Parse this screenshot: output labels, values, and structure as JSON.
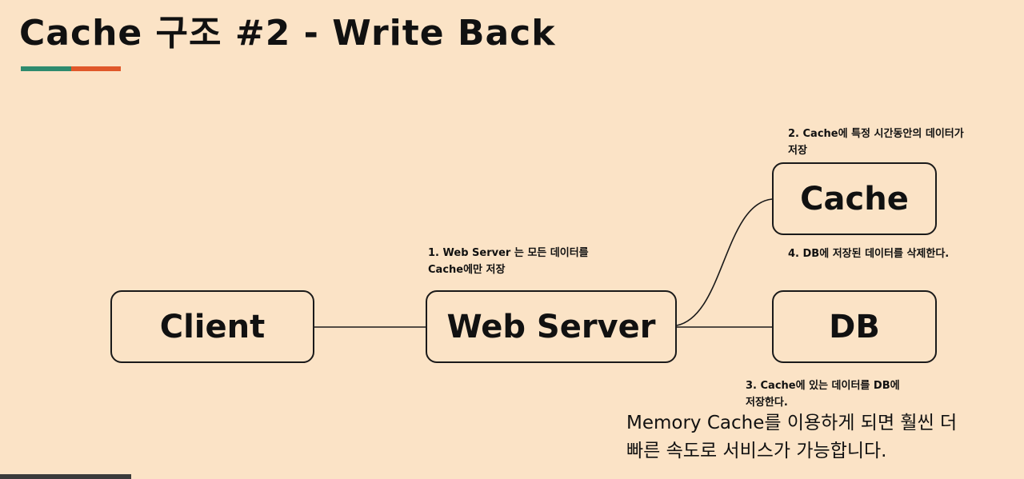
{
  "title": "Cache 구조 #2 - Write Back",
  "accent_colors": [
    "#2e8b6e",
    "#e0582a"
  ],
  "nodes": {
    "client": "Client",
    "web_server": "Web Server",
    "cache": "Cache",
    "db": "DB"
  },
  "notes": {
    "step1": [
      "1. Web Server 는 모든 데이터를",
      "Cache에만 저장"
    ],
    "step2": [
      "2. Cache에 특정 시간동안의 데이터가",
      "저장"
    ],
    "step3": [
      "3. Cache에 있는 데이터를 DB에",
      "저장한다."
    ],
    "step4": [
      "4. DB에 저장된 데이터를 삭제한다."
    ]
  },
  "caption": [
    "Memory Cache를 이용하게 되면 훨씬 더",
    "빠른 속도로 서비스가 가능합니다."
  ]
}
